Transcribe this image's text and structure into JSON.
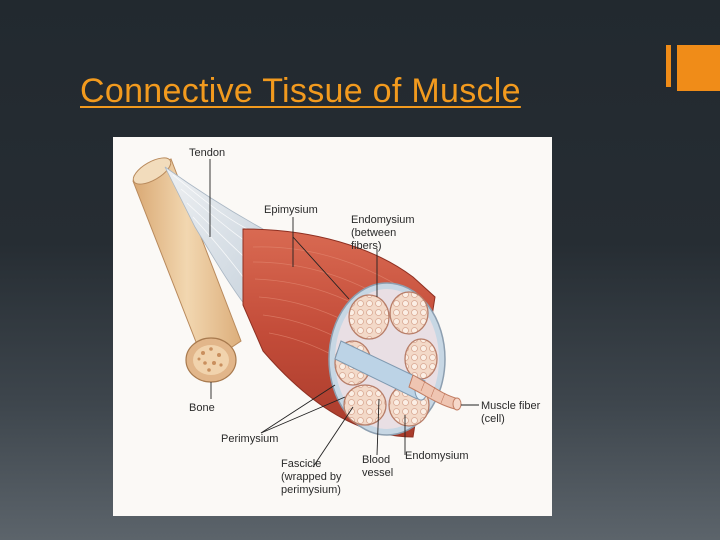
{
  "slide": {
    "title": "Connective Tissue of Muscle",
    "colors": {
      "title": "#f29a1e",
      "accent": "#f08c18",
      "background_top": "#22292f",
      "background_bottom": "#5c646b",
      "muscle": "#c8553f",
      "tendon": "#e9e3da",
      "bone": "#e8c79c",
      "fascicle": "#efd3c3"
    }
  },
  "diagram": {
    "labels": {
      "tendon": "Tendon",
      "epimysium": "Epimysium",
      "endomysium_between": [
        "Endomysium",
        "(between",
        "fibers)"
      ],
      "bone": "Bone",
      "perimysium": "Perimysium",
      "fascicle": [
        "Fascicle",
        "(wrapped by",
        "perimysium)"
      ],
      "blood_vessel": [
        "Blood",
        "vessel"
      ],
      "endomysium": "Endomysium",
      "muscle_fiber": [
        "Muscle fiber",
        "(cell)"
      ]
    }
  }
}
